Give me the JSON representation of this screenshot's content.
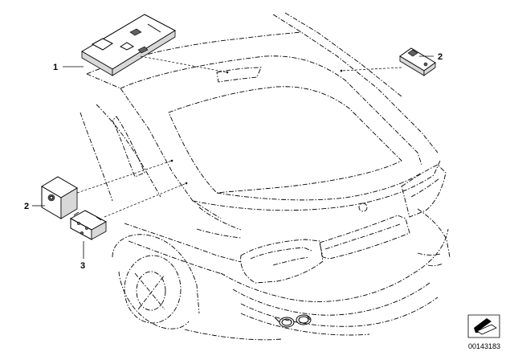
{
  "callouts": {
    "c1": "1",
    "c2_right": "2",
    "c2_left": "2",
    "c3": "3"
  },
  "document_number": "00143183",
  "icons": {
    "corner": "arrow-logo-icon"
  }
}
